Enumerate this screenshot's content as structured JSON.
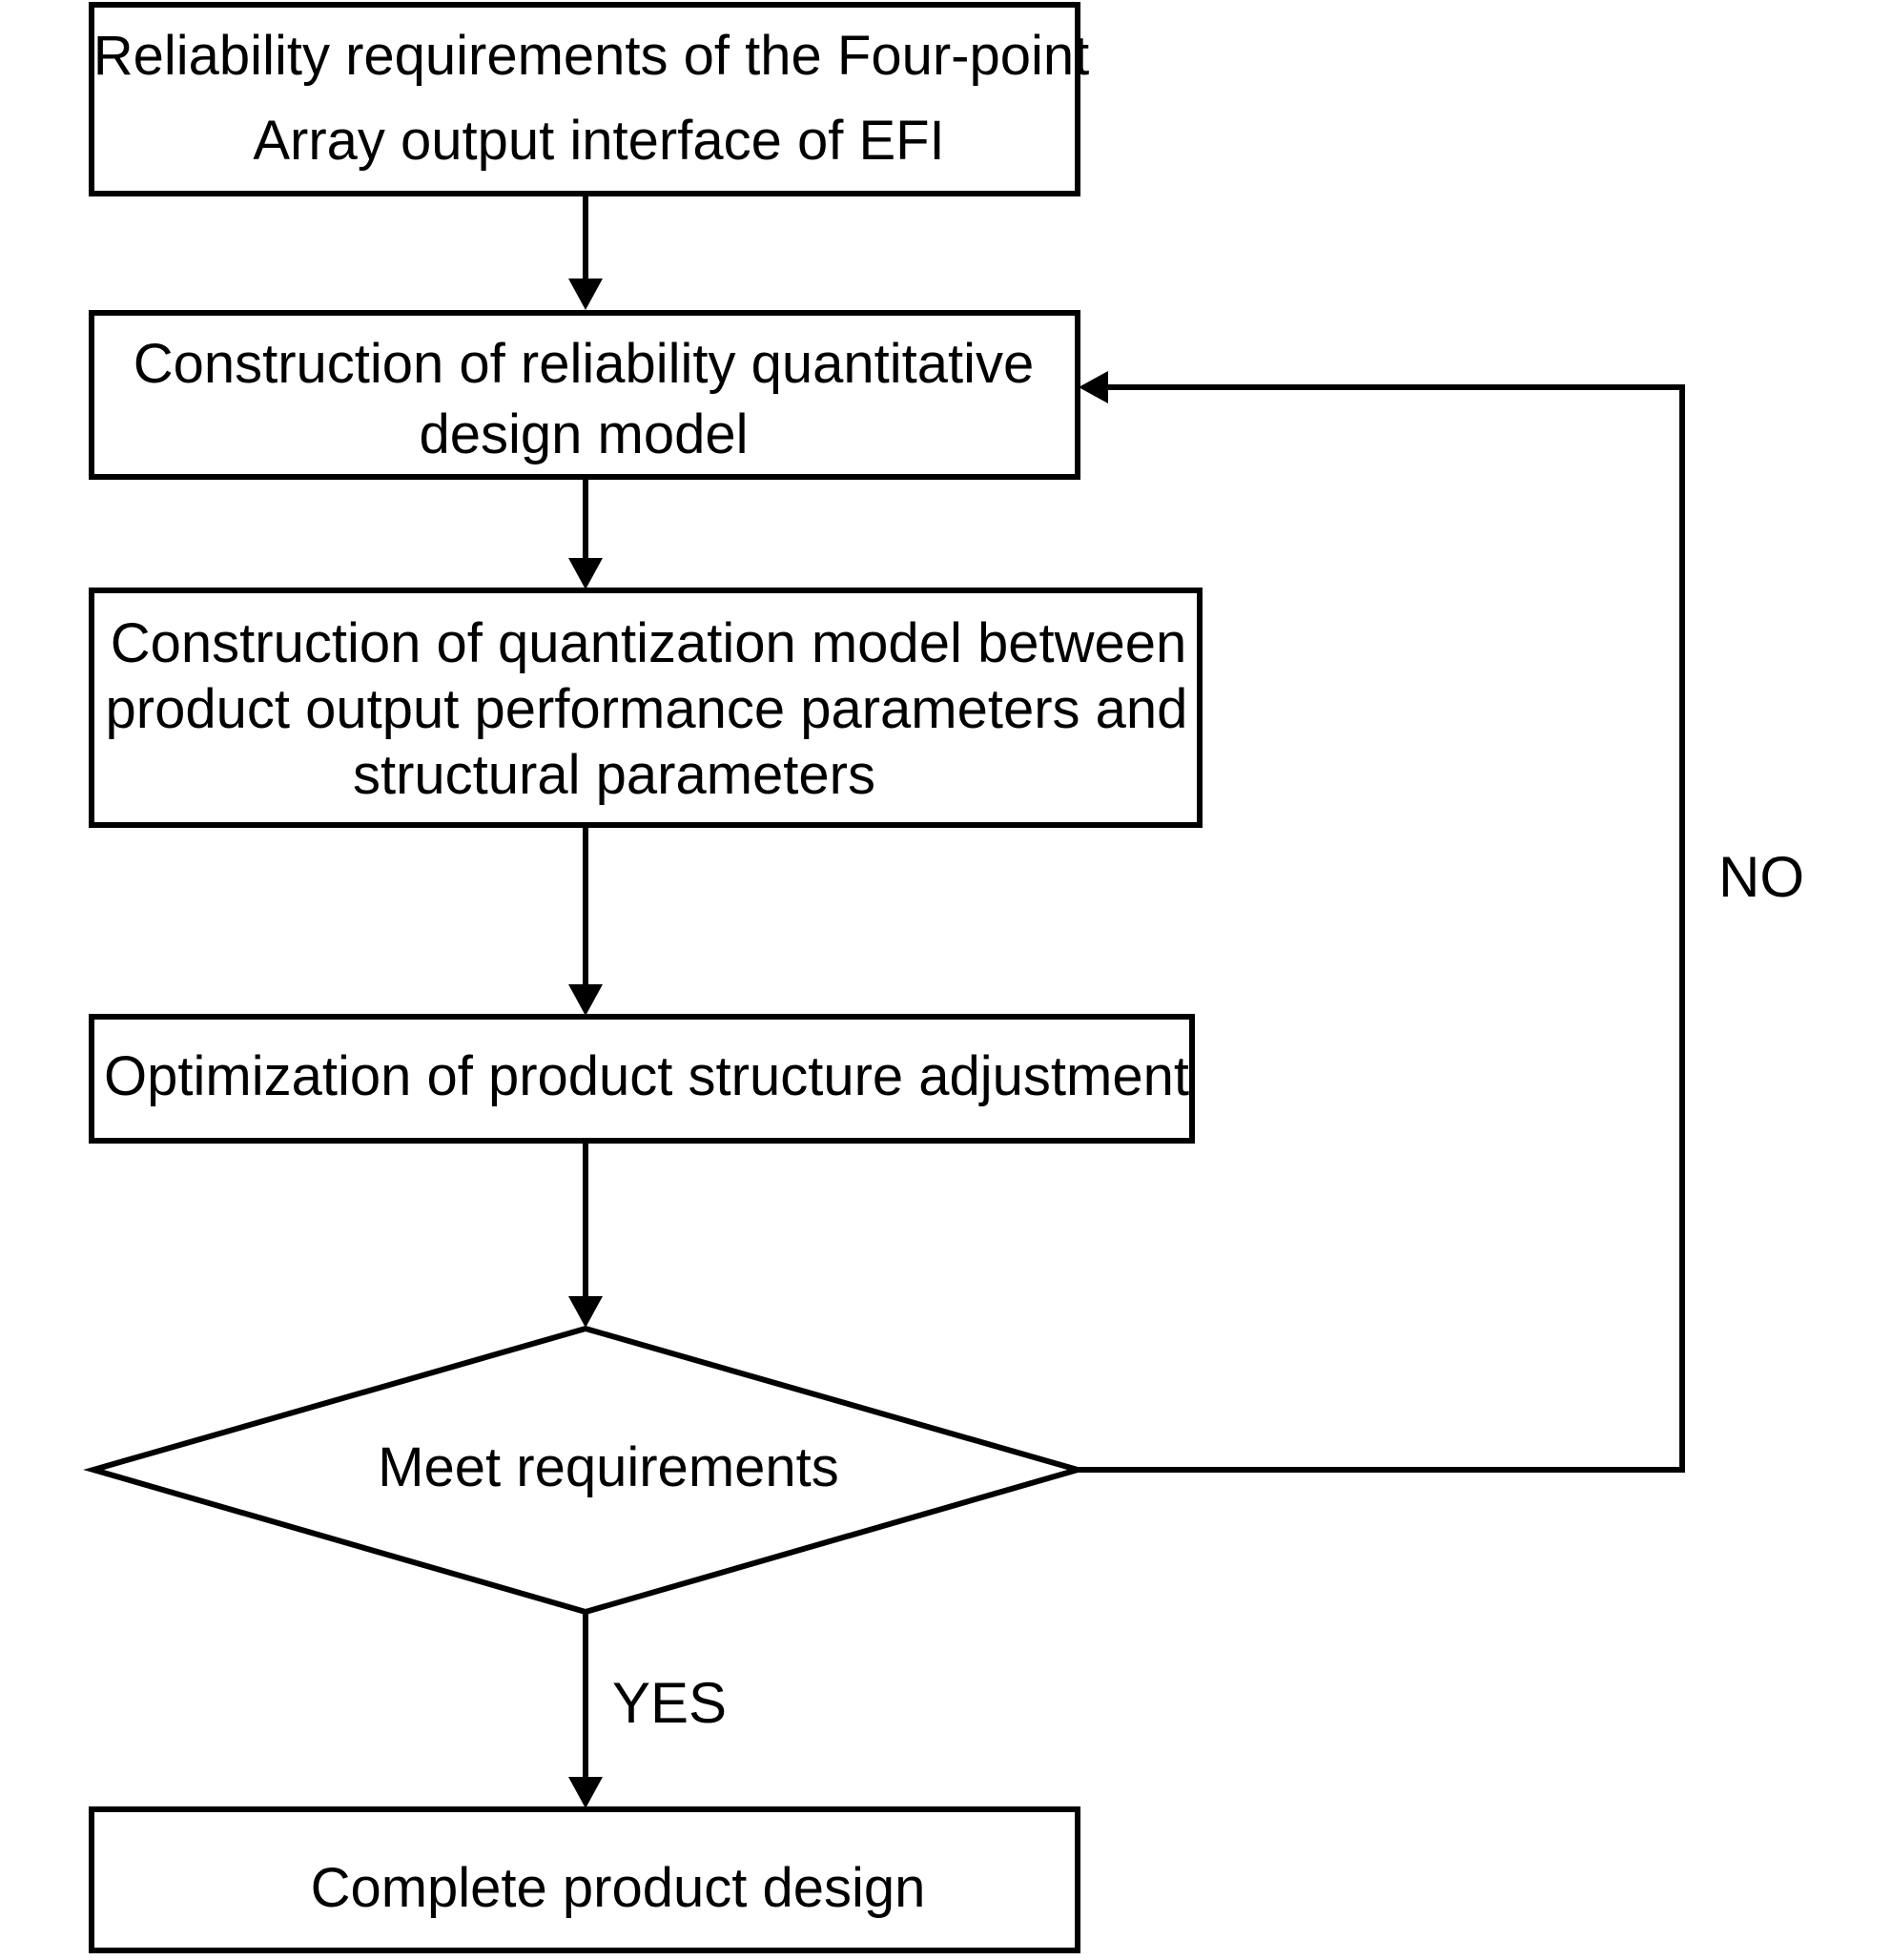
{
  "flowchart": {
    "steps": [
      {
        "id": "reliability-requirements",
        "lines": [
          "Reliability requirements of the Four-point",
          "Array output interface of EFI"
        ]
      },
      {
        "id": "quantitative-design-model",
        "lines": [
          "Construction of reliability quantitative",
          "design model"
        ]
      },
      {
        "id": "quantization-model",
        "lines": [
          "Construction of  quantization model between",
          "product output performance parameters and",
          "structural parameters"
        ]
      },
      {
        "id": "structure-optimization",
        "lines": [
          "Optimization of product structure adjustment"
        ]
      },
      {
        "id": "meet-requirements",
        "lines": [
          "Meet requirements"
        ]
      },
      {
        "id": "complete-design",
        "lines": [
          "Complete product design"
        ]
      }
    ],
    "edge_labels": {
      "no": "NO",
      "yes": "YES"
    }
  },
  "colors": {
    "stroke": "#000000",
    "background": "#ffffff"
  }
}
